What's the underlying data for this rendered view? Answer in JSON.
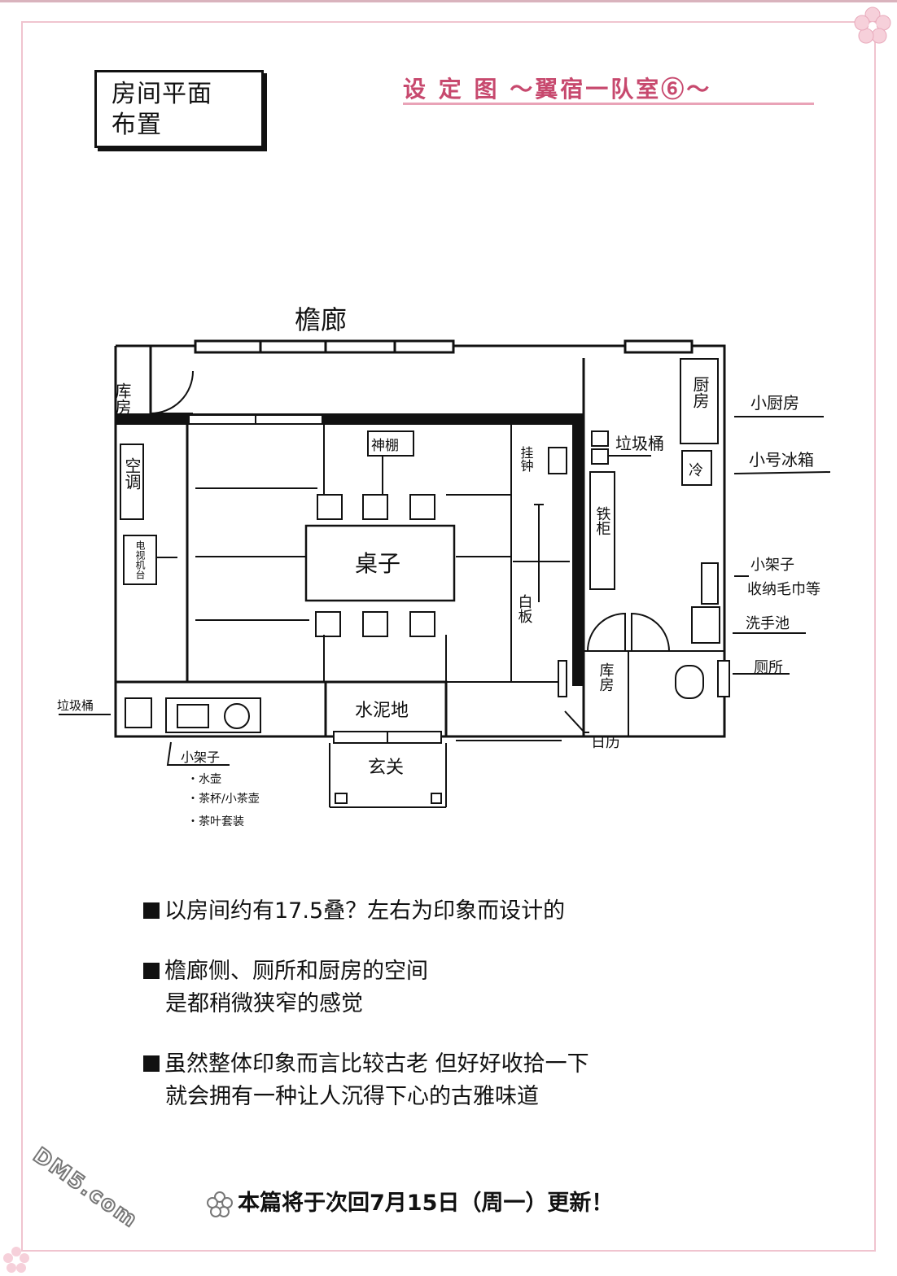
{
  "header": {
    "series_title": "设 定 图 ～翼宿一队室⑥～",
    "box_title_line1": "房间平面",
    "box_title_line2": "布置"
  },
  "floor_plan": {
    "corridor": "檐廊",
    "storage_top_left": "库房",
    "kitchen": "厨房",
    "small_kitchen": "小厨房",
    "trash_bin_kitchen": "垃圾桶",
    "fridge_symbol": "冷",
    "small_fridge": "小号冰箱",
    "shrine_shelf": "神棚",
    "aircon": "空调",
    "tv": "电视机台",
    "table": "桌子",
    "wall_clock": "挂钟",
    "whiteboard": "白板",
    "locker": "铁柜",
    "small_shelf_towel_1": "小架子",
    "small_shelf_towel_2": "收纳毛巾等",
    "washbasin": "洗手池",
    "toilet": "厕所",
    "storage_bottom": "库房",
    "calendar": "日历",
    "concrete_floor": "水泥地",
    "entrance": "玄关",
    "trash_bin_left": "垃圾桶",
    "small_shelf_items_title": "小架子",
    "small_shelf_items": [
      "・水壶",
      "・茶杯/小茶壶",
      "・茶叶套装"
    ]
  },
  "notes": [
    {
      "lines": [
        "以房间约有17.5叠？左右为印象而设计的"
      ]
    },
    {
      "lines": [
        "檐廊侧、厕所和厨房的空间",
        "是都稍微狭窄的感觉"
      ]
    },
    {
      "lines": [
        "虽然整体印象而言比较古老 但好好收拾一下",
        "就会拥有一种让人沉得下心的古雅味道"
      ]
    }
  ],
  "footer": {
    "update_note": "本篇将于次回7月15日（周一）更新！"
  },
  "watermark": "DM5.com",
  "colors": {
    "accent_pink": "#c7496e",
    "frame_pink": "#f0c4cf",
    "line": "#111111"
  }
}
